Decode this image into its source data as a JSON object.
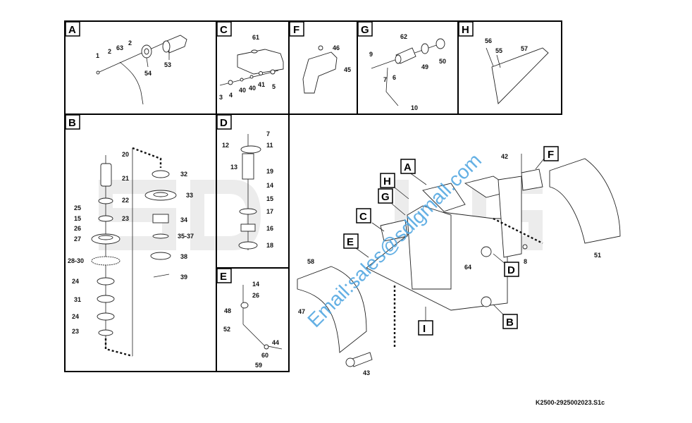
{
  "watermark": {
    "logo": "SDLG",
    "email": "Email:sales@sdlgmall.com",
    "color": "#4aa3e0"
  },
  "drawing_code": "K2500-2925002023.S1c",
  "panels": {
    "A": {
      "title": "A",
      "labels": [
        "1",
        "2",
        "63",
        "2",
        "54",
        "53"
      ]
    },
    "C": {
      "title": "C",
      "labels": [
        "61",
        "3",
        "4",
        "40",
        "40",
        "41",
        "5"
      ]
    },
    "F": {
      "title": "F",
      "labels": [
        "46",
        "45"
      ]
    },
    "G": {
      "title": "G",
      "labels": [
        "62",
        "9",
        "7",
        "6",
        "49",
        "50",
        "10"
      ]
    },
    "H": {
      "title": "H",
      "labels": [
        "56",
        "55",
        "57"
      ]
    },
    "B": {
      "title": "B",
      "labels": [
        "20",
        "21",
        "22",
        "25",
        "15",
        "23",
        "26",
        "27",
        "28-30",
        "24",
        "31",
        "24",
        "23",
        "32",
        "33",
        "34",
        "35-37",
        "38",
        "39"
      ]
    },
    "D": {
      "title": "D",
      "labels": [
        "7",
        "11",
        "12",
        "13",
        "19",
        "14",
        "15",
        "17",
        "16",
        "18"
      ]
    },
    "E": {
      "title": "E",
      "labels": [
        "14",
        "26",
        "48",
        "52",
        "44",
        "60",
        "59"
      ]
    }
  },
  "main": {
    "callouts": [
      "A",
      "H",
      "G",
      "C",
      "E",
      "F",
      "D",
      "B",
      "I"
    ],
    "labels": [
      "42",
      "8",
      "51",
      "58",
      "47",
      "64",
      "43"
    ]
  }
}
